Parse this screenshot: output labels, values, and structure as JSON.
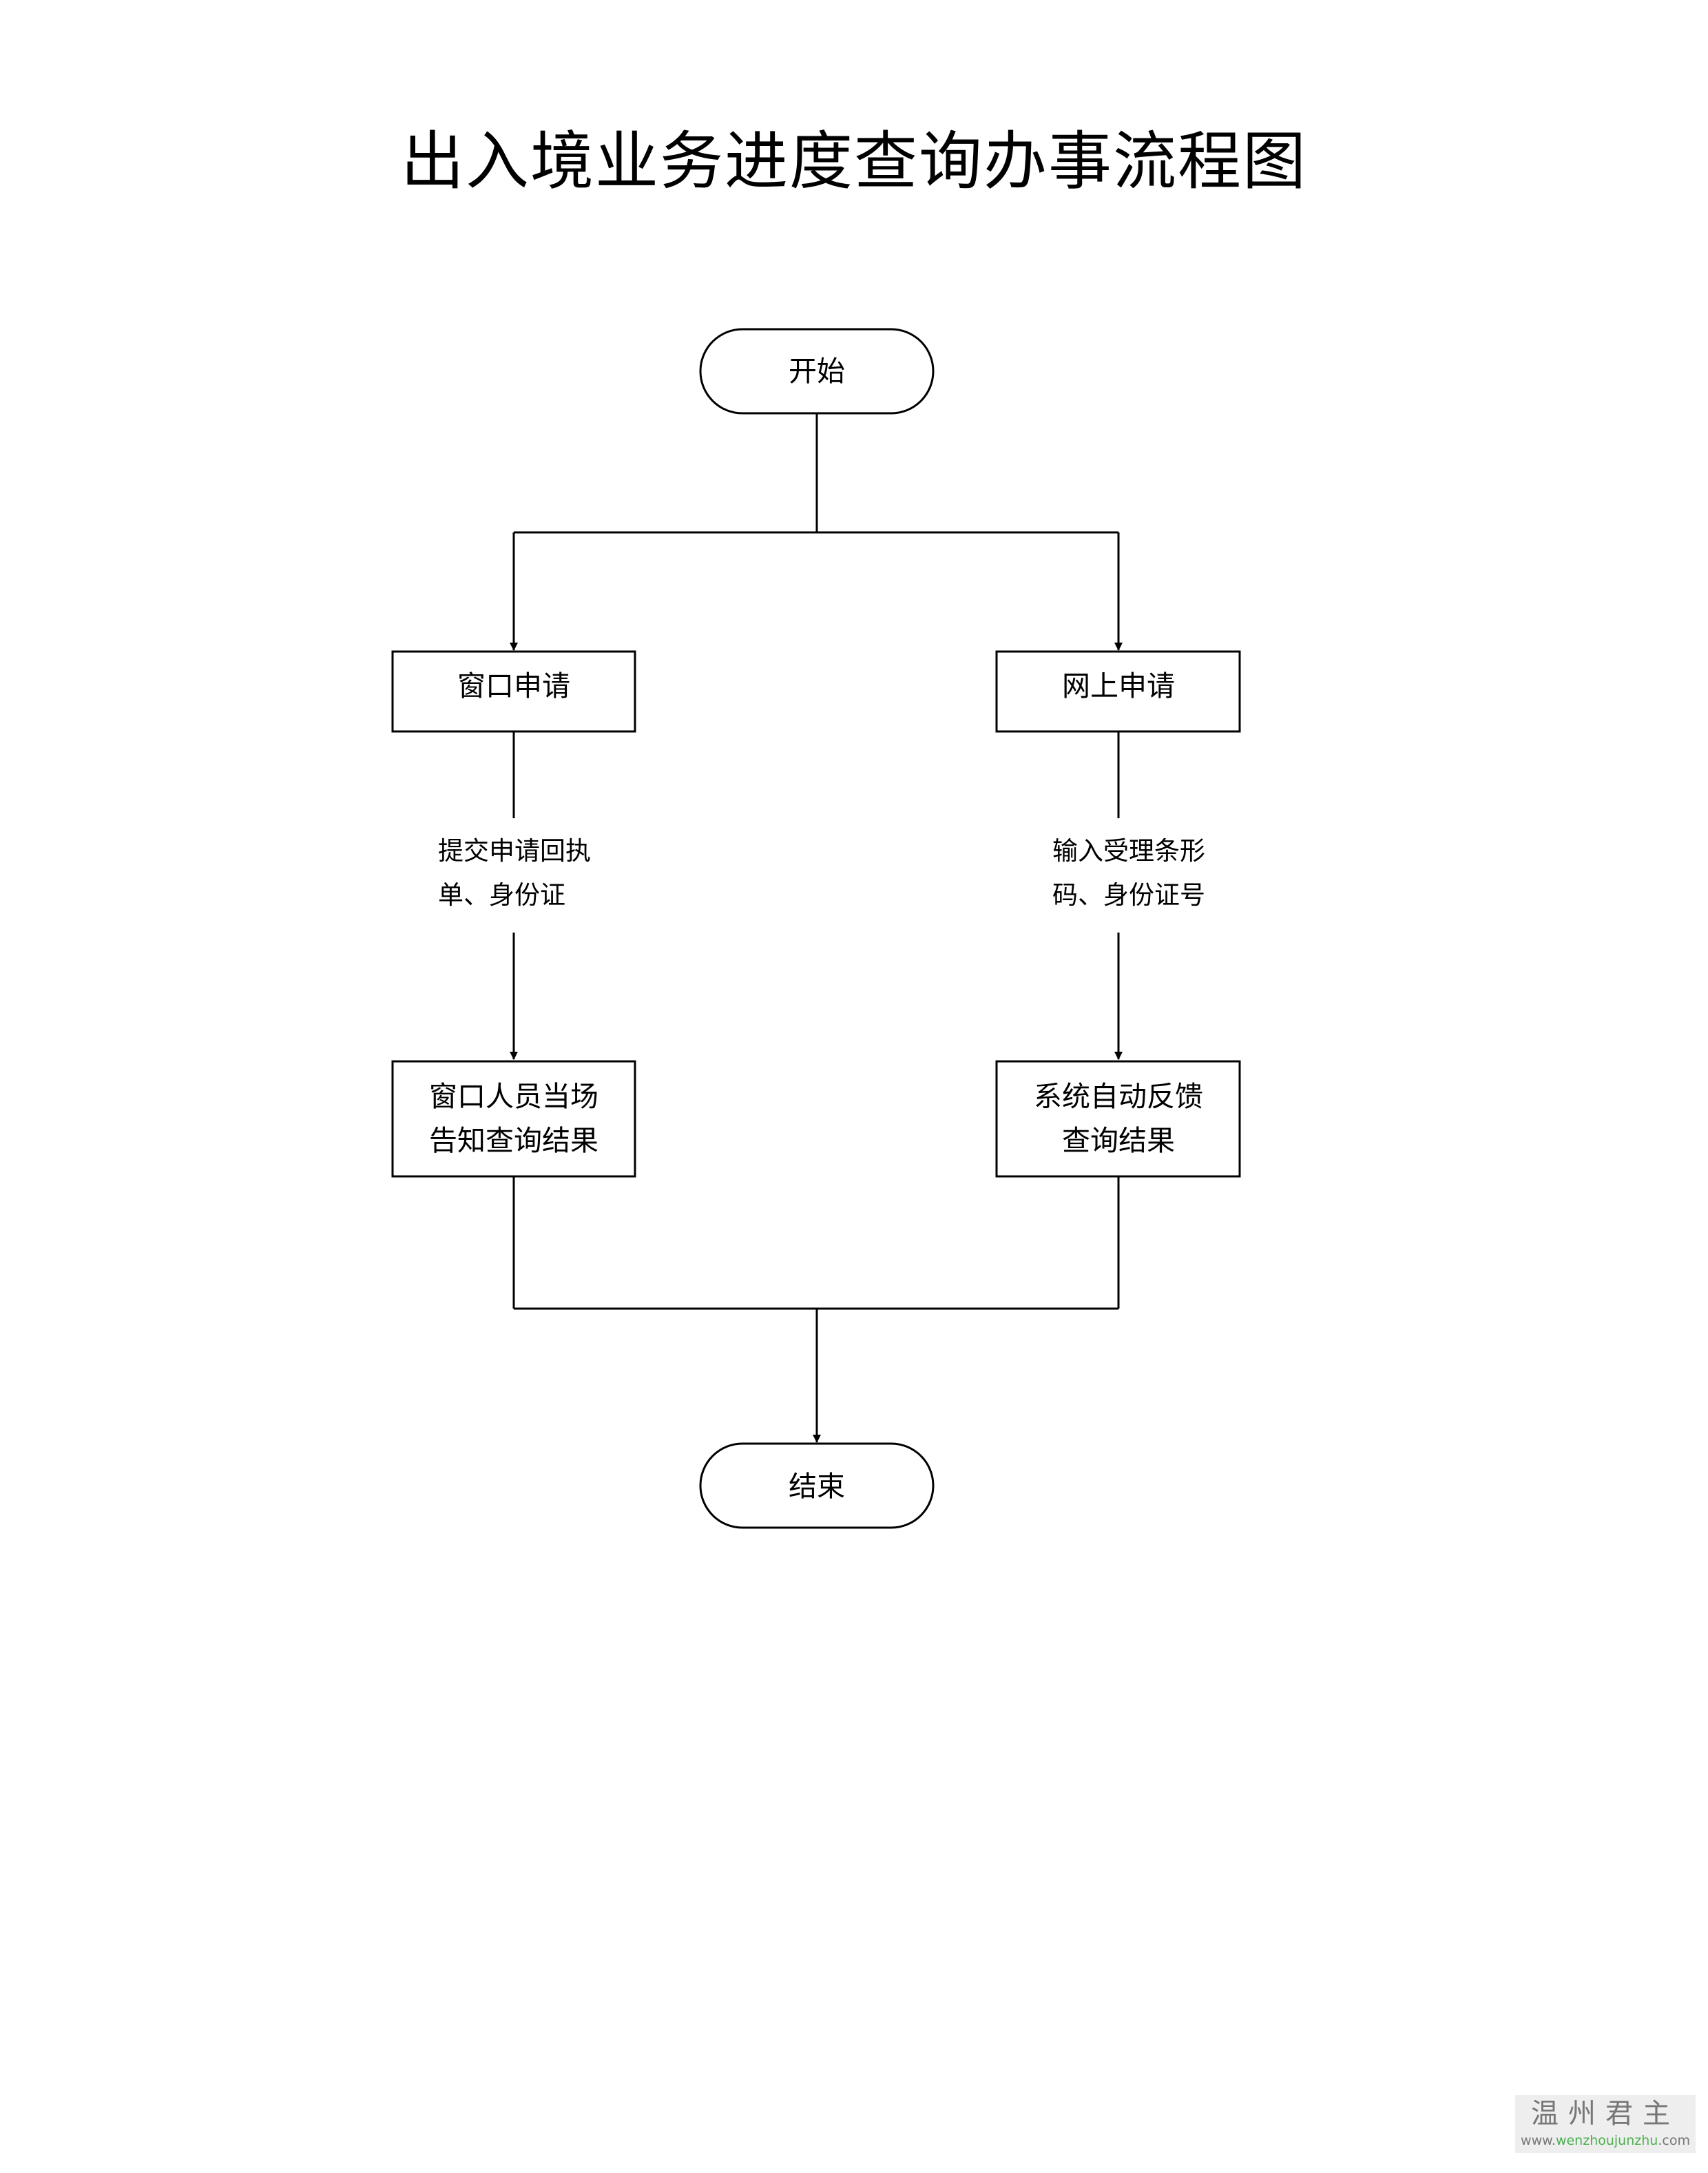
{
  "title": "出入境业务进度查询办事流程图",
  "nodes": {
    "start": "开始",
    "window_apply": "窗口申请",
    "online_apply": "网上申请",
    "window_result": [
      "窗口人员当场",
      "告知查询结果"
    ],
    "system_result": [
      "系统自动反馈",
      "查询结果"
    ],
    "end": "结束"
  },
  "edge_labels": {
    "window_submit": [
      "提交申请回执",
      "单、身份证"
    ],
    "online_input": [
      "输入受理条形",
      "码、身份证号"
    ]
  },
  "watermark": {
    "name": "温州君主",
    "url_prefix": "www.",
    "url_highlight": "wenzhoujunzhu",
    "url_suffix": ".com"
  }
}
